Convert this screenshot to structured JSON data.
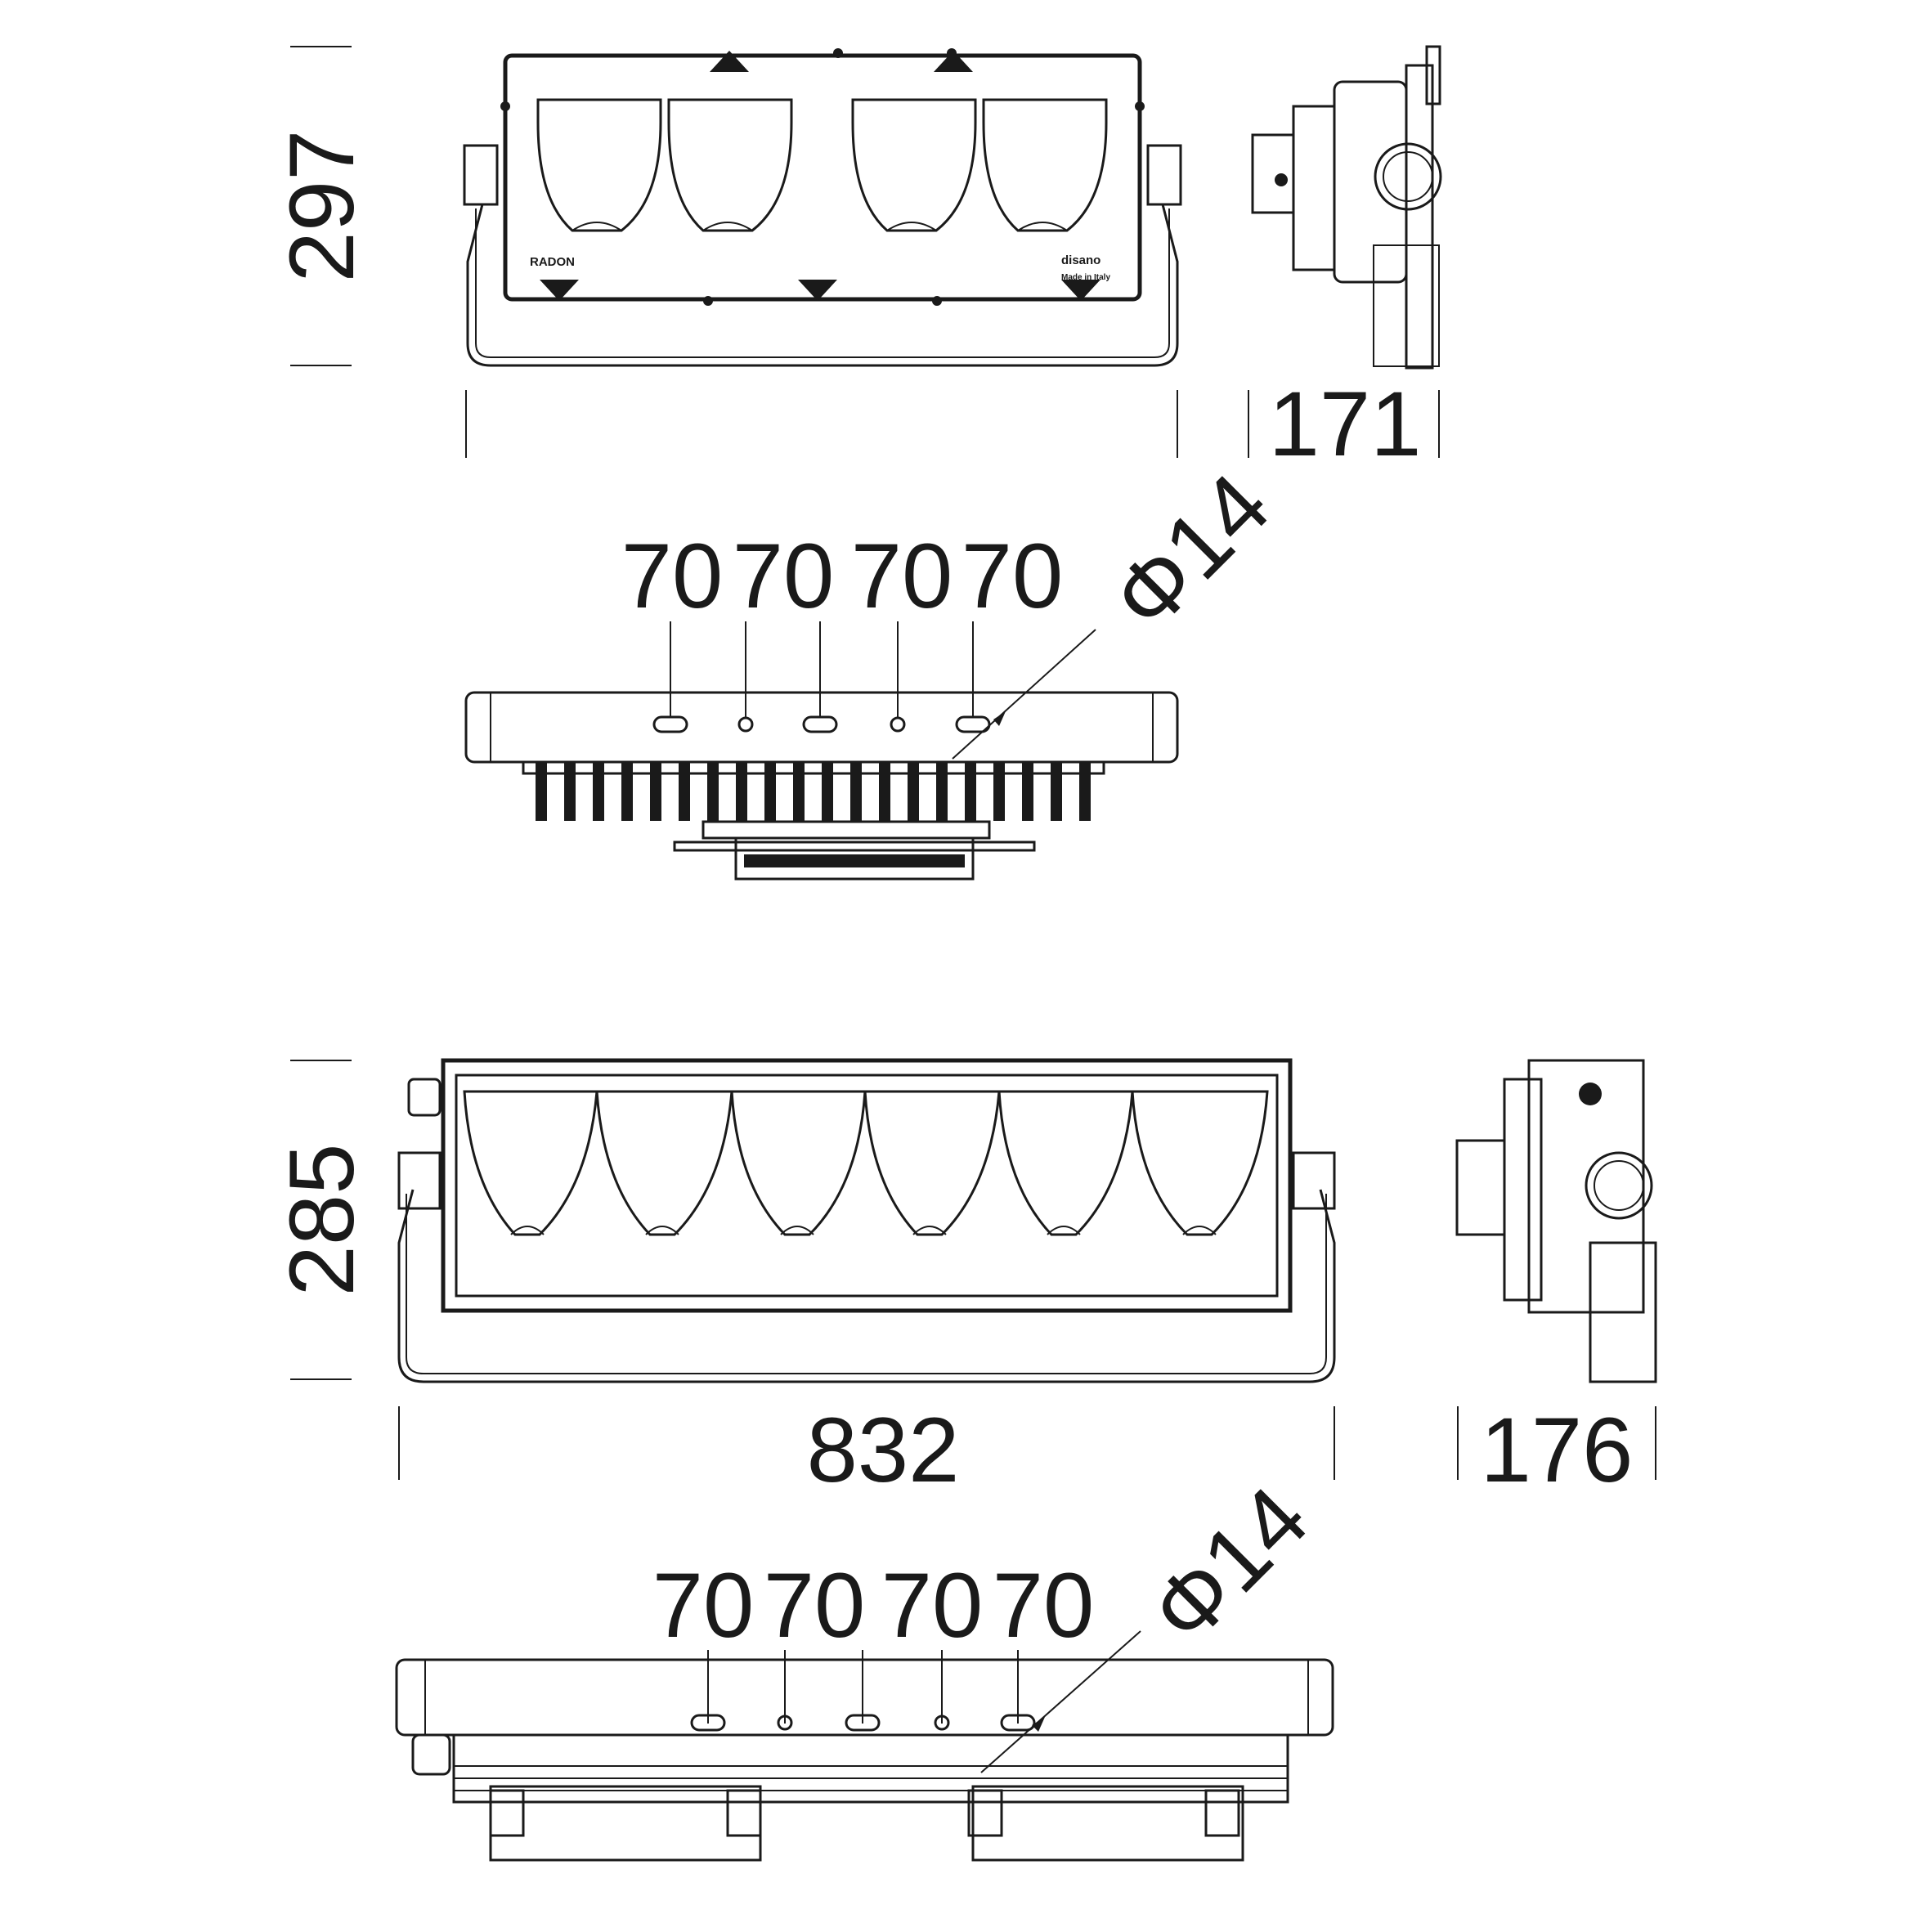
{
  "views": {
    "top_front": {
      "brand_label": "RADON",
      "maker_mark": "disano",
      "origin_label": "Made in Italy",
      "height_dim": "297"
    },
    "top_side": {
      "depth_dim": "171"
    },
    "top_plan": {
      "spacing_dims": [
        "70",
        "70",
        "70",
        "70"
      ],
      "hole_dim": "Φ14"
    },
    "bottom_front": {
      "height_dim": "285",
      "width_dim": "832"
    },
    "bottom_side": {
      "depth_dim": "176"
    },
    "bottom_plan": {
      "spacing_dims": [
        "70",
        "70",
        "70",
        "70"
      ],
      "hole_dim": "Φ14"
    }
  }
}
